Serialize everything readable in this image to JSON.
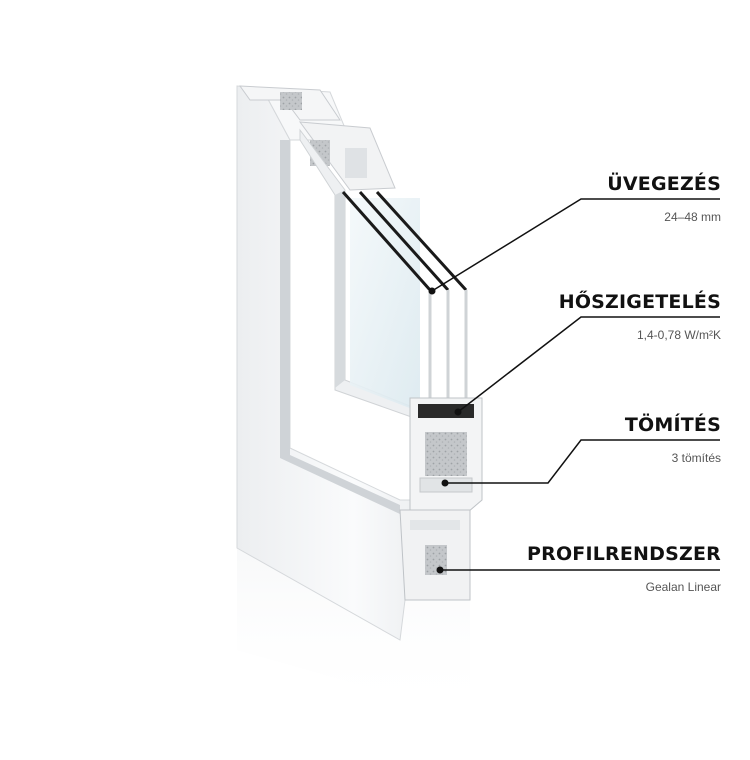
{
  "callouts": [
    {
      "title": "ÜVEGEZÉS",
      "value": "24–48 mm"
    },
    {
      "title": "HŐSZIGETELÉS",
      "value": "1,4-0,78 W/m²K"
    },
    {
      "title": "TÖMÍTÉS",
      "value": "3 tömítés"
    },
    {
      "title": "PROFILRENDSZER",
      "value": "Gealan Linear"
    }
  ],
  "colors": {
    "line": "#111111",
    "profile_white": "#f4f5f6",
    "profile_shadow": "#d9dcdf",
    "glass": "#e9f3f7",
    "insulation": "#b9bcbf"
  },
  "icons": [
    "window-profile-cross-section"
  ]
}
